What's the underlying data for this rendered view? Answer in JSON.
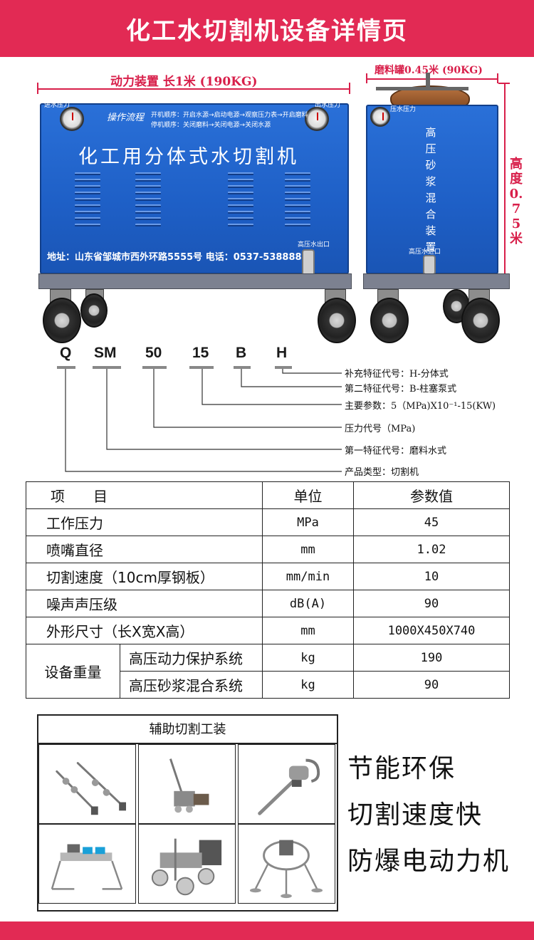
{
  "header": {
    "title": "化工水切割机设备详情页"
  },
  "dimensions": {
    "power_unit": "动力装置 长1米 (190KG)",
    "abrasive_tank": "磨料罐0.45米 (90KG)",
    "height": "高度0.75米"
  },
  "machine": {
    "name": "化工用分体式水切割机",
    "ops_title": "操作流程",
    "ops_start": "开机顺序：开启水源→启动电源→观察压力表→开启磨料",
    "ops_stop": "停机顺序：关闭磨料→关闭电源→关闭水源",
    "address": "地址：山东省邹城市西外环路5555号  电话：0537-5388888",
    "gauge_left_label": "进水压力",
    "gauge_mid_label": "出水压力",
    "gauge_small_label": "压水压力",
    "outlet_label": "高压水出口",
    "inlet_label": "高压水进口",
    "mixer_vertical": "高压砂浆混合装置"
  },
  "model_code": {
    "letters": [
      "Q",
      "SM",
      "50",
      "15",
      "B",
      "H"
    ],
    "descriptions": [
      "补充特征代号：H-分体式",
      "第二特征代号：B-柱塞泵式",
      "主要参数：5（MPa)X10⁻¹-15(KW)",
      "压力代号（MPa)",
      "第一特征代号：磨料水式",
      "产品类型：切割机"
    ]
  },
  "spec_table": {
    "headers": [
      "项　　目",
      "单位",
      "参数值"
    ],
    "rows": [
      {
        "item": "工作压力",
        "unit": "MPa",
        "value": "45"
      },
      {
        "item": "喷嘴直径",
        "unit": "mm",
        "value": "1.02"
      },
      {
        "item": "切割速度（10cm厚钢板）",
        "unit": "mm/min",
        "value": "10"
      },
      {
        "item": "噪声声压级",
        "unit": "dB(A)",
        "value": "90"
      },
      {
        "item": "外形尺寸（长X宽X高）",
        "unit": "mm",
        "value": "1000X450X740"
      }
    ],
    "weight": {
      "label": "设备重量",
      "rows": [
        {
          "item": "高压动力保护系统",
          "unit": "kg",
          "value": "190"
        },
        {
          "item": "高压砂浆混合系统",
          "unit": "kg",
          "value": "90"
        }
      ]
    }
  },
  "tools": {
    "title": "辅助切割工装"
  },
  "features": [
    "节能环保",
    "切割速度快",
    "防爆电动力机"
  ],
  "colors": {
    "brand": "#e22a54",
    "machine_blue": "#1e5fc6",
    "dimension_red": "#d81f4a"
  }
}
